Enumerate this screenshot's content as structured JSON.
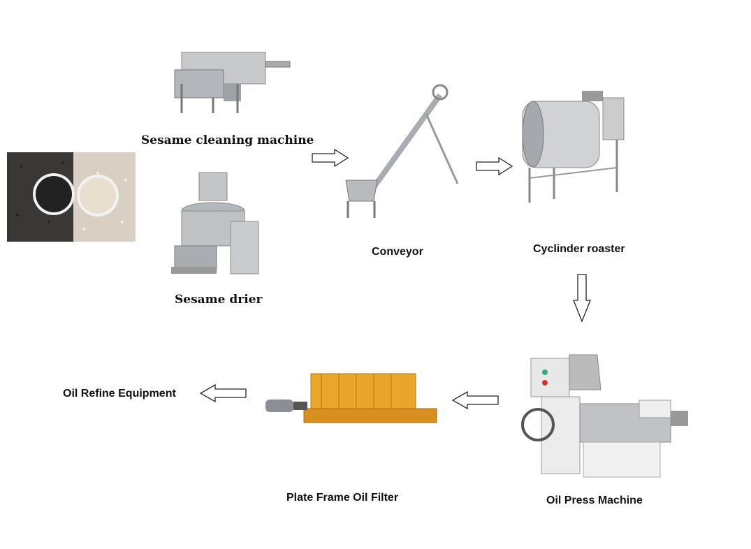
{
  "title": "Sesame oil production line",
  "steps": {
    "cleaning": "Sesame cleaning machine",
    "drier": "Sesame drier",
    "conveyor": "Conveyor",
    "roaster": "Cyclinder roaster",
    "press": "Oil Press Machine",
    "filter": "Plate Frame Oil Filter",
    "refine": "Oil Refine Equipment"
  },
  "colors": {
    "steel": "#b9bcc0",
    "filter_frame": "#e8a32a",
    "arrow_stroke": "#222222"
  }
}
